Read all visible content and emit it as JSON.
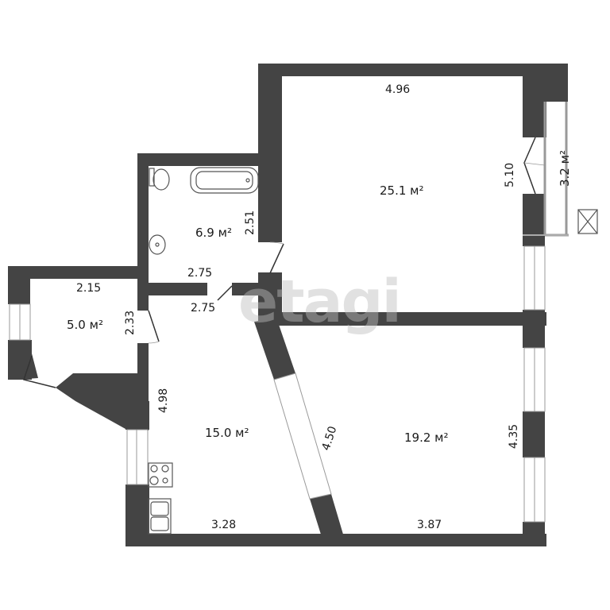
{
  "watermark": "etagi",
  "colors": {
    "wall": "#444444",
    "background": "#ffffff",
    "text": "#1a1a1a"
  },
  "rooms": [
    {
      "id": "living-room-1",
      "area": "25.1 м²",
      "dims": [
        "4.96",
        "5.10"
      ]
    },
    {
      "id": "balcony",
      "area": "3.2 м²",
      "dims": []
    },
    {
      "id": "bathroom",
      "area": "6.9 м²",
      "dims": [
        "2.51",
        "2.75"
      ]
    },
    {
      "id": "storage",
      "area": "5.0 м²",
      "dims": [
        "2.15",
        "2.33"
      ]
    },
    {
      "id": "kitchen",
      "area": "15.0 м²",
      "dims": [
        "2.75",
        "4.98",
        "3.28",
        "4.50"
      ]
    },
    {
      "id": "living-room-2",
      "area": "19.2 м²",
      "dims": [
        "4.35",
        "3.87"
      ]
    }
  ],
  "labels": {
    "r1_area": "25.1 м²",
    "r1_w": "4.96",
    "r1_h": "5.10",
    "balcony_area": "3.2 м²",
    "bath_area": "6.9 м²",
    "bath_h": "2.51",
    "bath_w": "2.75",
    "store_area": "5.0 м²",
    "store_w": "2.15",
    "store_h": "2.33",
    "kit_area": "15.0 м²",
    "kit_top": "2.75",
    "kit_left": "4.98",
    "kit_bottom": "3.28",
    "kit_diag": "4.50",
    "r2_area": "19.2 м²",
    "r2_h": "4.35",
    "r2_w": "3.87"
  }
}
